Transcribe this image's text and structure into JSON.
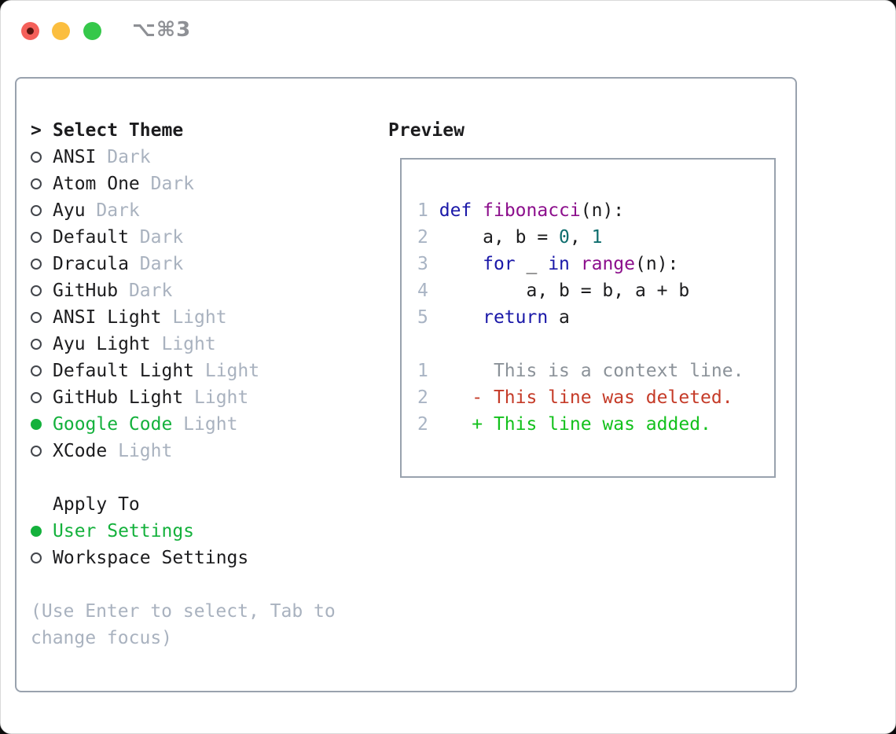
{
  "window": {
    "title": "⌥⌘3",
    "controls": [
      {
        "name": "close"
      },
      {
        "name": "minimize"
      },
      {
        "name": "zoom"
      }
    ]
  },
  "theme_picker": {
    "cursor": ">",
    "header": "Select Theme",
    "items": [
      {
        "label": "ANSI",
        "variant": "Dark",
        "selected": false
      },
      {
        "label": "Atom One",
        "variant": "Dark",
        "selected": false
      },
      {
        "label": "Ayu",
        "variant": "Dark",
        "selected": false
      },
      {
        "label": "Default",
        "variant": "Dark",
        "selected": false
      },
      {
        "label": "Dracula",
        "variant": "Dark",
        "selected": false
      },
      {
        "label": "GitHub",
        "variant": "Dark",
        "selected": false
      },
      {
        "label": "ANSI Light",
        "variant": "Light",
        "selected": false
      },
      {
        "label": "Ayu Light",
        "variant": "Light",
        "selected": false
      },
      {
        "label": "Default Light",
        "variant": "Light",
        "selected": false
      },
      {
        "label": "GitHub Light",
        "variant": "Light",
        "selected": false
      },
      {
        "label": "Google Code",
        "variant": "Light",
        "selected": true
      },
      {
        "label": "XCode",
        "variant": "Light",
        "selected": false
      }
    ]
  },
  "apply_to": {
    "header": "Apply To",
    "options": [
      {
        "label": "User Settings",
        "selected": true
      },
      {
        "label": "Workspace Settings",
        "selected": false
      }
    ]
  },
  "help_lines": [
    "(Use Enter to select, Tab to",
    "change focus)"
  ],
  "preview": {
    "header": "Preview",
    "lines": [
      {
        "num": "1",
        "kind": "code",
        "tokens": [
          {
            "c": "pln",
            "t": " "
          },
          {
            "c": "kwd",
            "t": "def"
          },
          {
            "c": "pln",
            "t": " "
          },
          {
            "c": "typ",
            "t": "fibonacci"
          },
          {
            "c": "pln",
            "t": "(n):"
          }
        ]
      },
      {
        "num": "2",
        "kind": "code",
        "tokens": [
          {
            "c": "pln",
            "t": "     a, b = "
          },
          {
            "c": "lit",
            "t": "0"
          },
          {
            "c": "pln",
            "t": ", "
          },
          {
            "c": "lit",
            "t": "1"
          }
        ]
      },
      {
        "num": "3",
        "kind": "code",
        "tokens": [
          {
            "c": "pln",
            "t": "     "
          },
          {
            "c": "kwd",
            "t": "for"
          },
          {
            "c": "pln",
            "t": " _ "
          },
          {
            "c": "kwd",
            "t": "in"
          },
          {
            "c": "pln",
            "t": " "
          },
          {
            "c": "typ",
            "t": "range"
          },
          {
            "c": "pln",
            "t": "(n):"
          }
        ]
      },
      {
        "num": "4",
        "kind": "code",
        "tokens": [
          {
            "c": "pln",
            "t": "         a, b = b, a + b"
          }
        ]
      },
      {
        "num": "5",
        "kind": "code",
        "tokens": [
          {
            "c": "pln",
            "t": "     "
          },
          {
            "c": "kwd",
            "t": "return"
          },
          {
            "c": "pln",
            "t": " a"
          }
        ]
      },
      {
        "num": "",
        "kind": "blank",
        "tokens": []
      },
      {
        "num": "1",
        "kind": "context",
        "tokens": [
          {
            "c": "ctx",
            "t": "      This is a context line."
          }
        ]
      },
      {
        "num": "2",
        "kind": "deleted",
        "tokens": [
          {
            "c": "del",
            "t": "    - This line was deleted."
          }
        ]
      },
      {
        "num": "2",
        "kind": "added",
        "tokens": [
          {
            "c": "add",
            "t": "    + This line was added."
          }
        ]
      }
    ]
  },
  "colors": {
    "text": "#1c1c1e",
    "muted": "#a9b2bf",
    "green": "#14b13c",
    "border": "#99a2ae",
    "title": "#8e9095",
    "kwd": "#1a18a8",
    "typ": "#8c0f8c",
    "lit": "#0e6d6d",
    "lnum": "#a9b4c4",
    "ctx": "#8b9299",
    "del": "#c53b28",
    "add": "#13c11c",
    "tl_red": "#f4605a",
    "tl_red_dot": "#591610",
    "tl_yellow": "#fbbe3f",
    "tl_green": "#35c84a"
  }
}
